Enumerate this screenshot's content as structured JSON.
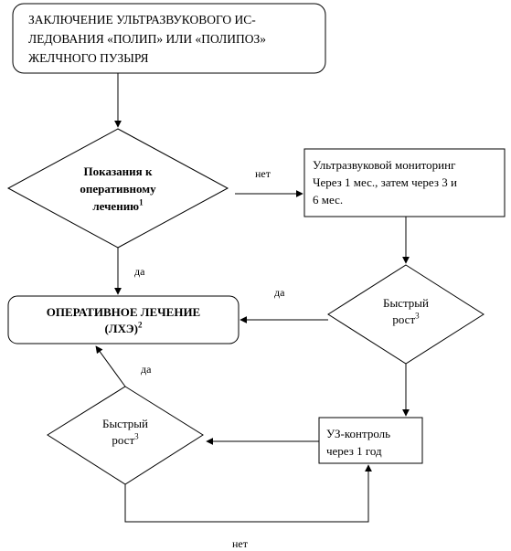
{
  "nodes": {
    "start": {
      "lines": [
        "ЗАКЛЮЧЕНИЕ УЛЬТРАЗВУКОВОГО ИС-",
        "ЛЕДОВАНИЯ «ПОЛИП» ИЛИ «ПОЛИПОЗ»",
        "ЖЕЛЧНОГО ПУЗЫРЯ"
      ]
    },
    "indications": {
      "lines": [
        "Показания к",
        "оперативному",
        "лечению"
      ],
      "sup": "1"
    },
    "monitoring": {
      "lines": [
        "Ультразвуковой мониторинг",
        "Через 1 мес., затем через 3 и",
        "6 мес."
      ]
    },
    "fast_growth_right": {
      "lines": [
        "Быстрый",
        "рост"
      ],
      "sup": "3"
    },
    "surgery": {
      "lines": [
        "ОПЕРАТИВНОЕ ЛЕЧЕНИЕ",
        "(ЛХЭ)"
      ],
      "sup": "2"
    },
    "fast_growth_left": {
      "lines": [
        "Быстрый",
        "рост"
      ],
      "sup": "3"
    },
    "us_control": {
      "lines": [
        "УЗ-контроль",
        "через 1 год"
      ]
    }
  },
  "edge_labels": {
    "indications_no": "нет",
    "indications_yes": "да",
    "right_growth_yes": "да",
    "left_growth_yes": "да",
    "left_growth_no": "нет"
  }
}
